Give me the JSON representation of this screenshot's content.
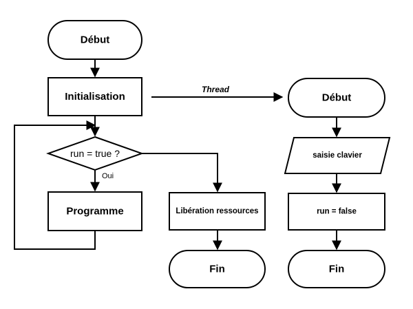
{
  "nodes": {
    "start_main": "Début",
    "init": "Initialisation",
    "decision": "run = true ?",
    "yes_label": "Oui",
    "program": "Programme",
    "release": "Libération ressources",
    "end_main": "Fin",
    "start_thread": "Début",
    "keyboard": "saisie clavier",
    "set_false": "run = false",
    "end_thread": "Fin"
  },
  "edges": {
    "thread_label": "Thread"
  }
}
